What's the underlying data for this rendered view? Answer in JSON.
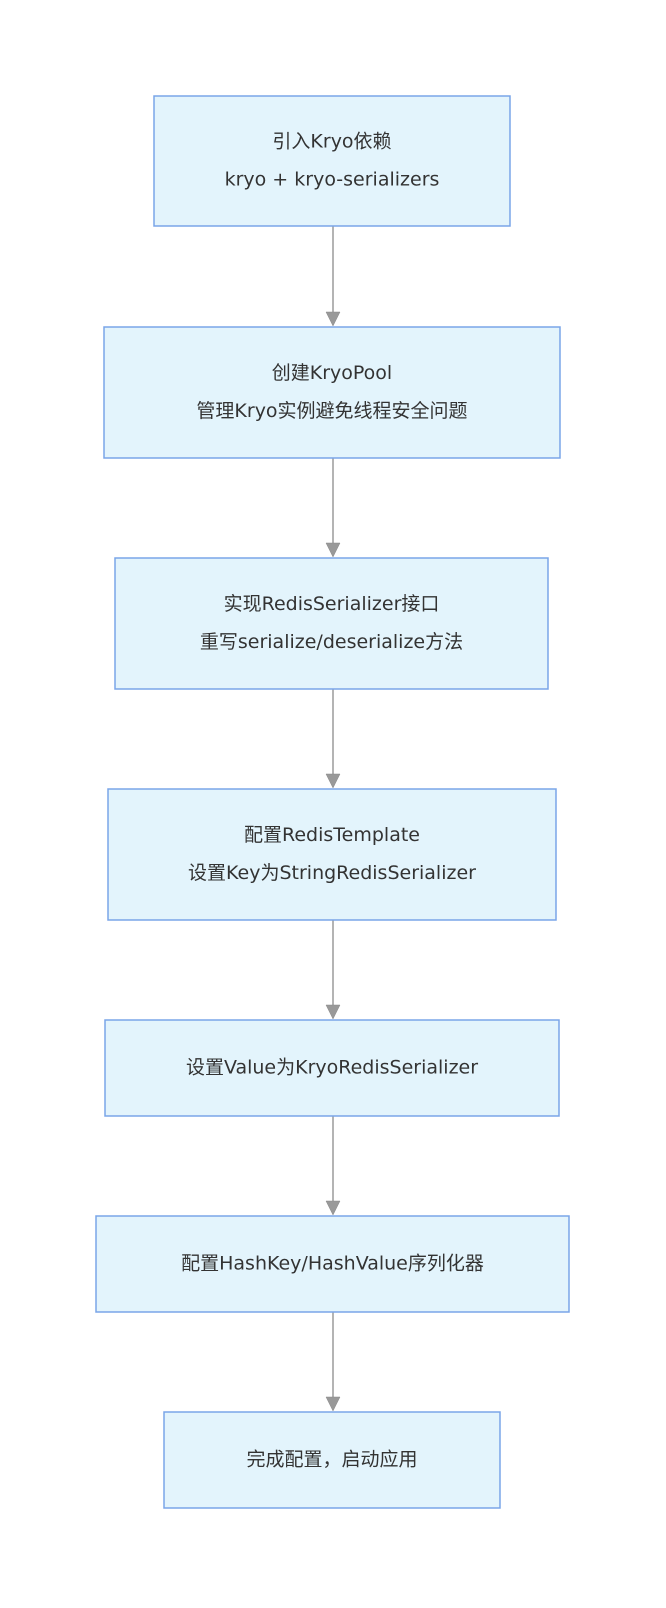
{
  "diagram": {
    "type": "flowchart",
    "direction": "top-to-bottom",
    "colors": {
      "node_fill": "#e3f4fc",
      "node_border": "#7aa5e8",
      "edge": "#9a9a9a",
      "text": "#333333"
    },
    "nodes": [
      {
        "id": "n1",
        "lines": [
          "引入Kryo依赖",
          "kryo + kryo-serializers"
        ]
      },
      {
        "id": "n2",
        "lines": [
          "创建KryoPool",
          "管理Kryo实例避免线程安全问题"
        ]
      },
      {
        "id": "n3",
        "lines": [
          "实现RedisSerializer接口",
          "重写serialize/deserialize方法"
        ]
      },
      {
        "id": "n4",
        "lines": [
          "配置RedisTemplate",
          "设置Key为StringRedisSerializer"
        ]
      },
      {
        "id": "n5",
        "lines": [
          "设置Value为KryoRedisSerializer"
        ]
      },
      {
        "id": "n6",
        "lines": [
          "配置HashKey/HashValue序列化器"
        ]
      },
      {
        "id": "n7",
        "lines": [
          "完成配置，启动应用"
        ]
      }
    ],
    "edges": [
      {
        "from": "n1",
        "to": "n2"
      },
      {
        "from": "n2",
        "to": "n3"
      },
      {
        "from": "n3",
        "to": "n4"
      },
      {
        "from": "n4",
        "to": "n5"
      },
      {
        "from": "n5",
        "to": "n6"
      },
      {
        "from": "n6",
        "to": "n7"
      }
    ]
  }
}
